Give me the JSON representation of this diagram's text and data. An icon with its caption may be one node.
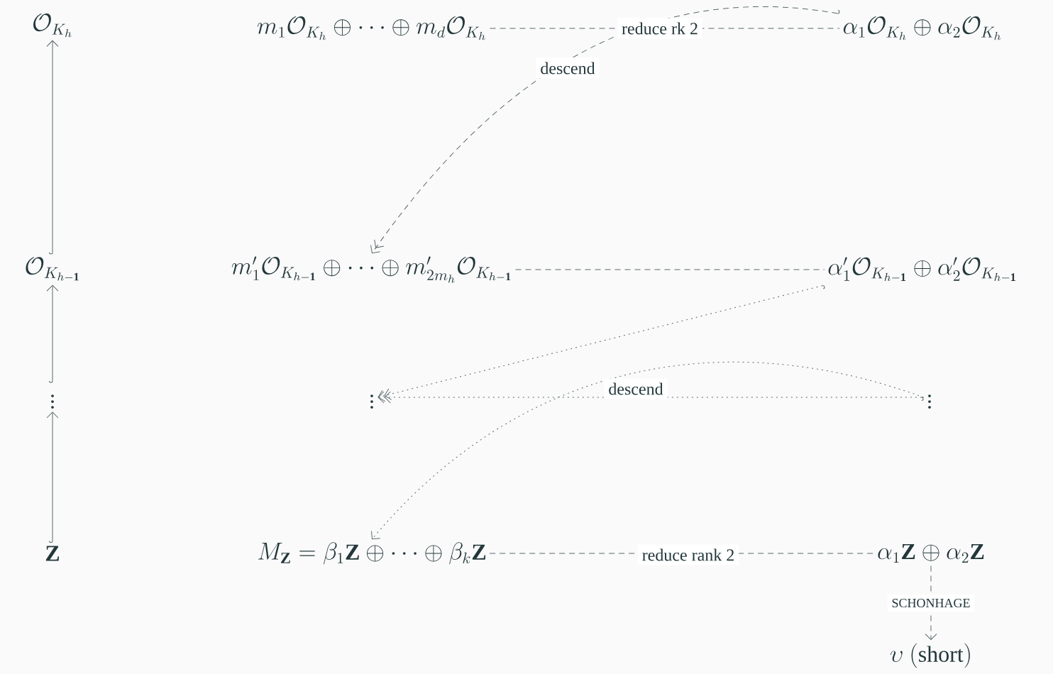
{
  "diagram": {
    "nodes": [
      {
        "text": [
          "\\mathcal{O}_{K_h}"
        ]
      },
      {
        "text": [
          "m_1\\mathcal{O}_{K_h}\\oplus\\cdots\\oplus m_d\\mathcal{O}_{K_h}"
        ]
      },
      {
        "text": [
          "\\alpha_1\\mathcal{O}_{K_h}\\oplus\\alpha_2\\mathcal{O}_{K_h}"
        ]
      },
      {
        "text": [
          "\\mathcal{O}_{K_{h-\\mathbf{1}}}"
        ]
      },
      {
        "text": [
          "m'_1\\mathcal{O}_{K_{h-\\mathbf{1}}}\\oplus\\cdots\\oplus m'_{2m_h}\\mathcal{O}_{K_{h-\\mathbf{1}}}"
        ]
      },
      {
        "text": [
          "\\alpha'_1\\mathcal{O}_{K_{h-\\mathbf{1}}}\\oplus\\alpha'_2\\mathcal{O}_{K_{h-\\mathbf{1}}}"
        ]
      },
      {
        "text": [
          "\\vdots"
        ]
      },
      {
        "text": [
          "\\vdots"
        ]
      },
      {
        "text": [
          "\\vdots"
        ]
      },
      {
        "text": [
          "\\mathbf{Z}"
        ]
      },
      {
        "text": [
          "M_{\\mathbf{Z}}=\\beta_1\\mathbf{Z}\\oplus\\cdots\\oplus\\beta_k\\mathbf{Z}"
        ]
      },
      {
        "text": [
          "\\alpha_1\\mathbf{Z}\\oplus\\alpha_2\\mathbf{Z}"
        ]
      },
      {
        "text": [
          "\\upsilon\\ \\mathrm{(short)}"
        ]
      }
    ],
    "edges": [
      {
        "from": 3,
        "to": 0,
        "arrow": "to"
      },
      {
        "from": 6,
        "to": 3,
        "arrow": "to"
      },
      {
        "from": 9,
        "to": 6,
        "arrow": "to"
      },
      {
        "from": 1,
        "to": 2,
        "arrow": "none",
        "style": "dashed",
        "label": "reduce rk 2"
      },
      {
        "from": 2,
        "to": 4,
        "arrow": "to",
        "style": "dashed",
        "label": "descend"
      },
      {
        "from": 4,
        "to": 5,
        "arrow": "none",
        "style": "dashed"
      },
      {
        "from": 5,
        "to": 7,
        "arrow": "to",
        "style": "dashed"
      },
      {
        "from": 8,
        "to": 7,
        "arrow": "to",
        "style": "dashed"
      },
      {
        "from": 8,
        "to": 10,
        "arrow": "to",
        "style": "dashed",
        "label": "descend"
      },
      {
        "from": 10,
        "to": 11,
        "arrow": "none",
        "style": "dashed",
        "label": "reduce rank 2"
      },
      {
        "from": 11,
        "to": 12,
        "arrow": "to",
        "style": "dashed",
        "label": "SCHONHAGE"
      }
    ]
  }
}
